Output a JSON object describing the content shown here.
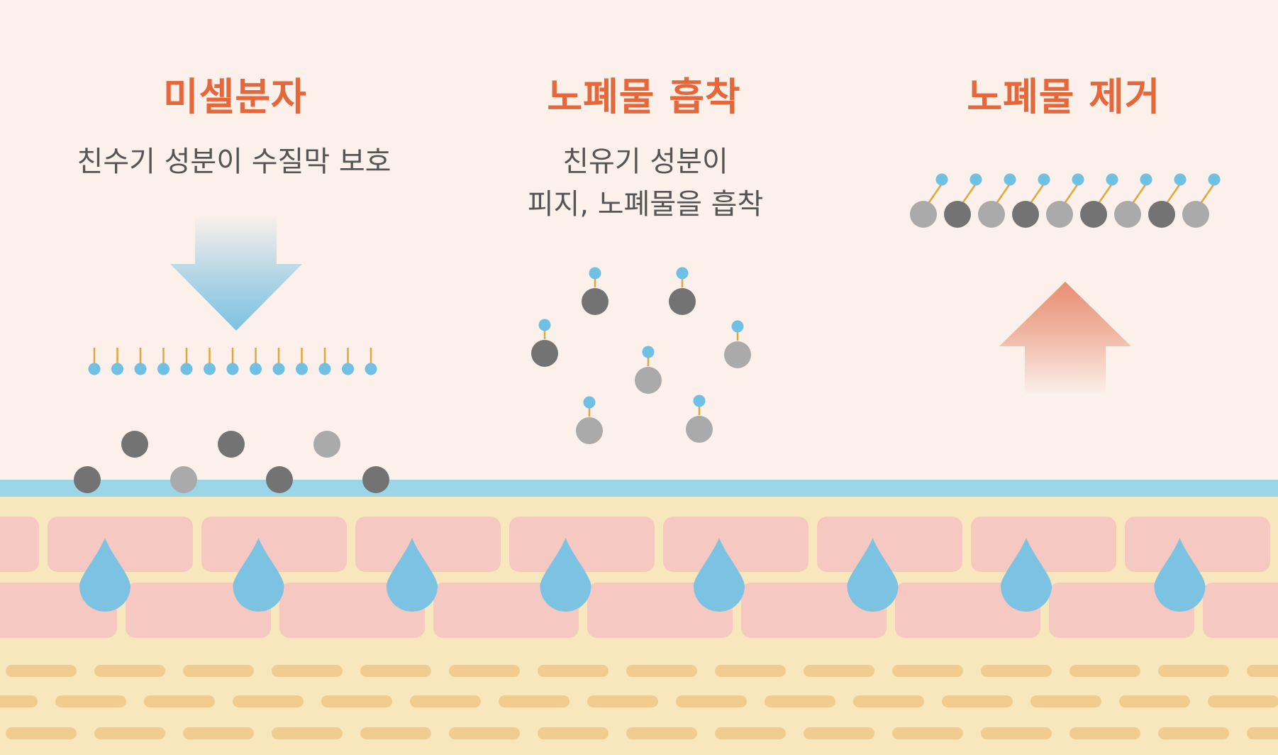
{
  "colors": {
    "background": "#fbf0ea",
    "title": "#e5673a",
    "description": "#555555",
    "water_film": "#9ad6e8",
    "skin_base": "#f8e7bd",
    "skin_cell": "#f5c8c1",
    "water_drop": "#7cc2e2",
    "lower_layer_dash": "#f0cc8f",
    "molecule_head": "#6fc0e4",
    "molecule_tail": "#e3a63a",
    "dark_particle": "#737373",
    "light_particle": "#aaaaaa",
    "arrow_down": "#7cc2e2",
    "arrow_up": "#e88e72"
  },
  "panels": [
    {
      "id": "micelle",
      "title": "미셀분자",
      "description_lines": [
        "친수기 성분이 수질막 보호"
      ],
      "arrow": "down-arrow"
    },
    {
      "id": "absorb",
      "title": "노폐물 흡착",
      "description_lines": [
        "친유기 성분이",
        "피지, 노폐물을 흡착"
      ]
    },
    {
      "id": "remove",
      "title": "노폐물 제거",
      "description_lines": [],
      "arrow": "up-arrow"
    }
  ],
  "skin": {
    "layers": [
      "water-film",
      "cell-layer",
      "lower-layer"
    ],
    "water_drop_count": 8
  }
}
